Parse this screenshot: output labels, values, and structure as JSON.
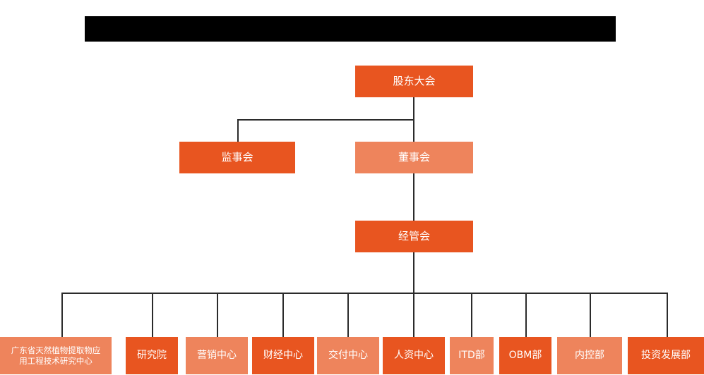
{
  "diagram": {
    "title_bar": {
      "name": "redacted-title-bar",
      "text": ""
    },
    "colors": {
      "dark_orange": "#E85520",
      "light_orange": "#EE845C",
      "connector": "#2b2b2b",
      "redaction": "#000000",
      "background": "#ffffff",
      "label_text": "#ffffff"
    },
    "nodes": {
      "shareholders_meeting": {
        "label": "股东大会",
        "shade": "dark"
      },
      "board_of_supervisors": {
        "label": "监事会",
        "shade": "dark"
      },
      "board_of_directors": {
        "label": "董事会",
        "shade": "light"
      },
      "management_committee": {
        "label": "经管会",
        "shade": "dark"
      }
    },
    "departments": [
      {
        "label": "广东省天然植物提取物应\n用工程技术研究中心",
        "shade": "light"
      },
      {
        "label": "研究院",
        "shade": "dark"
      },
      {
        "label": "营销中心",
        "shade": "light"
      },
      {
        "label": "财经中心",
        "shade": "dark"
      },
      {
        "label": "交付中心",
        "shade": "light"
      },
      {
        "label": "人资中心",
        "shade": "dark"
      },
      {
        "label": "ITD部",
        "shade": "light"
      },
      {
        "label": "OBM部",
        "shade": "dark"
      },
      {
        "label": "内控部",
        "shade": "light"
      },
      {
        "label": "投资发展部",
        "shade": "dark"
      }
    ]
  }
}
